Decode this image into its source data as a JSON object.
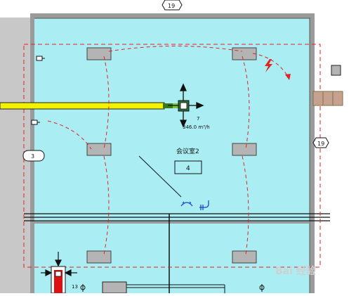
{
  "gridline_top": "19",
  "gridline_right": "19",
  "gridline_left": "3",
  "room_name": "会议室2",
  "room_number": "4",
  "airflow_tag": "7",
  "airflow_value": "346.0 m³/h",
  "bottom_tag": "13",
  "watermark": "Bai 经验",
  "colors": {
    "room_fill": "#aaeef4",
    "wall": "#9a9a9a",
    "dashed_line": "#e52222",
    "duct": "#f2f200",
    "diffuser_fill": "#b4b4b4",
    "equipment_red": "#dd1111"
  }
}
